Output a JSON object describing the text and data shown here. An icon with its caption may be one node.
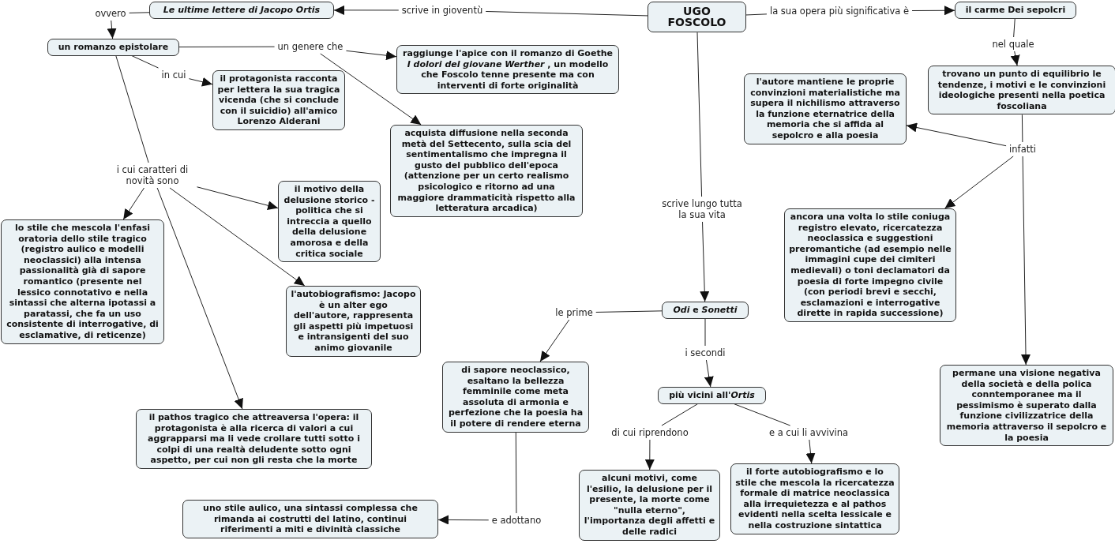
{
  "diagram": {
    "nodes": [
      {
        "text": [
          "UGO FOSCOLO"
        ]
      },
      {
        "text": [
          "Le ultime lettere di Jacopo Ortis"
        ]
      },
      {
        "text": [
          "un romanzo epistolare"
        ]
      },
      {
        "text": [
          "raggiunge l'apice con il romanzo di Goethe *I dolori del giovane Werther* , un modello che Foscolo tenne presente ma con interventi di forte originalità"
        ]
      },
      {
        "text": [
          "il protagonista racconta per lettera la sua tragica vicenda (che si conclude con il suicidio) all'amico Lorenzo Alderani"
        ]
      },
      {
        "text": [
          "acquista diffusione nella seconda metà del Settecento, sulla scia del sentimentalismo che impregna il gusto del pubblico dell'epoca (attenzione per un certo realismo psicologico e ritorno ad una maggiore drammaticità rispetto alla letteratura arcadica)"
        ]
      },
      {
        "text": [
          "lo stile che mescola l'enfasi oratoria dello stile tragico (registro aulico e modelli neoclassici) alla intensa passionalità già di sapore romantico (presente nel lessico connotativo e nella sintassi che alterna ipotassi a paratassi, che fa un uso consistente di interrogative, di esclamative, di reticenze)"
        ]
      },
      {
        "text": [
          "il motivo della delusione storico - politica che si intreccia a quello della delusione amorosa e della critica sociale"
        ]
      },
      {
        "text": [
          "l'autobiografismo: Jacopo è un alter ego dell'autore, rappresenta gli aspetti più impetuosi e intransigenti del suo animo giovanile"
        ]
      },
      {
        "text": [
          "il pathos tragico che attreaversa l'opera: il protagonista è alla ricerca di valori a cui aggrapparsi ma li vede crollare tutti sotto i colpi di una realtà deludente sotto ogni aspetto, per cui non gli resta che la morte"
        ]
      },
      {
        "text": [
          "uno stile aulico, una sintassi complessa che rimanda ai costrutti del latino, continui riferimenti a miti e divinità classiche"
        ]
      },
      {
        "text": [
          "di sapore neoclassico, esaltano la bellezza femminile come meta assoluta di armonia e perfezione che la poesia ha il potere di rendere eterna"
        ]
      },
      {
        "text": [
          "*Odi*  e *Sonetti*"
        ]
      },
      {
        "text": [
          "più vicini all'*Ortis*"
        ]
      },
      {
        "text": [
          "alcuni motivi, come l'esilio, la delusione per il presente, la morte come \"nulla eterno\", l'importanza degli affetti e delle radici"
        ]
      },
      {
        "text": [
          "il forte autobiografismo e lo stile che mescola la ricercatezza formale di matrice neoclassica alla irrequietezza e al pathos evidenti nella scelta lessicale e nella costruzione sintattica"
        ]
      },
      {
        "text": [
          "il carme Dei sepolcri"
        ]
      },
      {
        "text": [
          "trovano un punto di equilibrio le tendenze, i motivi e le convinzioni ideologiche presenti nella poetica foscoliana"
        ]
      },
      {
        "text": [
          "l'autore mantiene le proprie convinzioni materialistiche ma supera il nichilismo attraverso la funzione eternatrice della memoria che si affida al sepolcro e alla poesia"
        ]
      },
      {
        "text": [
          "ancora una volta lo stile coniuga registro elevato, ricercatezza neoclassica e suggestioni preromantiche (ad esempio nelle immagini cupe dei cimiteri medievali) o toni declamatori da poesia di forte impegno civile (con periodi brevi e secchi, esclamazioni e interrogative dirette in rapida successione)"
        ]
      },
      {
        "text": [
          "permane una visione negativa della società e della polica conntemporanee ma il pessimismo è superato dalla funzione civilizzatrice della memoria attraverso il sepolcro e la poesia"
        ]
      },
      {
        "text": [
          "scrive in gioventù"
        ]
      },
      {
        "text": [
          "ovvero"
        ]
      },
      {
        "text": [
          "un genere che"
        ]
      },
      {
        "text": [
          "in cui"
        ]
      },
      {
        "text": [
          "i cui caratteri di novità sono"
        ]
      },
      {
        "text": [
          "la sua opera più significativa è"
        ]
      },
      {
        "text": [
          "nel quale"
        ]
      },
      {
        "text": [
          "infatti"
        ]
      },
      {
        "text": [
          "scrive lungo tutta la sua vita"
        ]
      },
      {
        "text": [
          "le prime"
        ]
      },
      {
        "text": [
          "i secondi"
        ]
      },
      {
        "text": [
          "di cui riprendono"
        ]
      },
      {
        "text": [
          "e a cui li avvivina"
        ]
      },
      {
        "text": [
          "e adottano"
        ]
      }
    ],
    "edges": [
      {
        "from": 0,
        "to": 21,
        "arrow": "none"
      },
      {
        "from": 21,
        "to": 1,
        "arrow": "to"
      },
      {
        "from": 1,
        "to": 22,
        "arrow": "none"
      },
      {
        "from": 22,
        "to": 2,
        "arrow": "to"
      },
      {
        "from": 2,
        "to": 23,
        "arrow": "none"
      },
      {
        "from": 23,
        "to": 3,
        "arrow": "to"
      },
      {
        "from": 23,
        "to": 5,
        "arrow": "to"
      },
      {
        "from": 2,
        "to": 24,
        "arrow": "none"
      },
      {
        "from": 24,
        "to": 4,
        "arrow": "to"
      },
      {
        "from": 2,
        "to": 25,
        "arrow": "none"
      },
      {
        "from": 25,
        "to": 6,
        "arrow": "to"
      },
      {
        "from": 25,
        "to": 7,
        "arrow": "to"
      },
      {
        "from": 25,
        "to": 8,
        "arrow": "to"
      },
      {
        "from": 25,
        "to": 9,
        "arrow": "to"
      },
      {
        "from": 0,
        "to": 26,
        "arrow": "none"
      },
      {
        "from": 26,
        "to": 16,
        "arrow": "to"
      },
      {
        "from": 16,
        "to": 27,
        "arrow": "none"
      },
      {
        "from": 27,
        "to": 17,
        "arrow": "to"
      },
      {
        "from": 17,
        "to": 28,
        "arrow": "none"
      },
      {
        "from": 28,
        "to": 18,
        "arrow": "to"
      },
      {
        "from": 28,
        "to": 19,
        "arrow": "to"
      },
      {
        "from": 28,
        "to": 20,
        "arrow": "to"
      },
      {
        "from": 0,
        "to": 29,
        "arrow": "none"
      },
      {
        "from": 29,
        "to": 12,
        "arrow": "to"
      },
      {
        "from": 12,
        "to": 30,
        "arrow": "none"
      },
      {
        "from": 30,
        "to": 11,
        "arrow": "to"
      },
      {
        "from": 12,
        "to": 31,
        "arrow": "none"
      },
      {
        "from": 31,
        "to": 13,
        "arrow": "to"
      },
      {
        "from": 13,
        "to": 32,
        "arrow": "none"
      },
      {
        "from": 32,
        "to": 14,
        "arrow": "to"
      },
      {
        "from": 13,
        "to": 33,
        "arrow": "none"
      },
      {
        "from": 33,
        "to": 15,
        "arrow": "to"
      },
      {
        "from": 11,
        "to": 34,
        "arrow": "none"
      },
      {
        "from": 34,
        "to": 10,
        "arrow": "to"
      }
    ]
  }
}
